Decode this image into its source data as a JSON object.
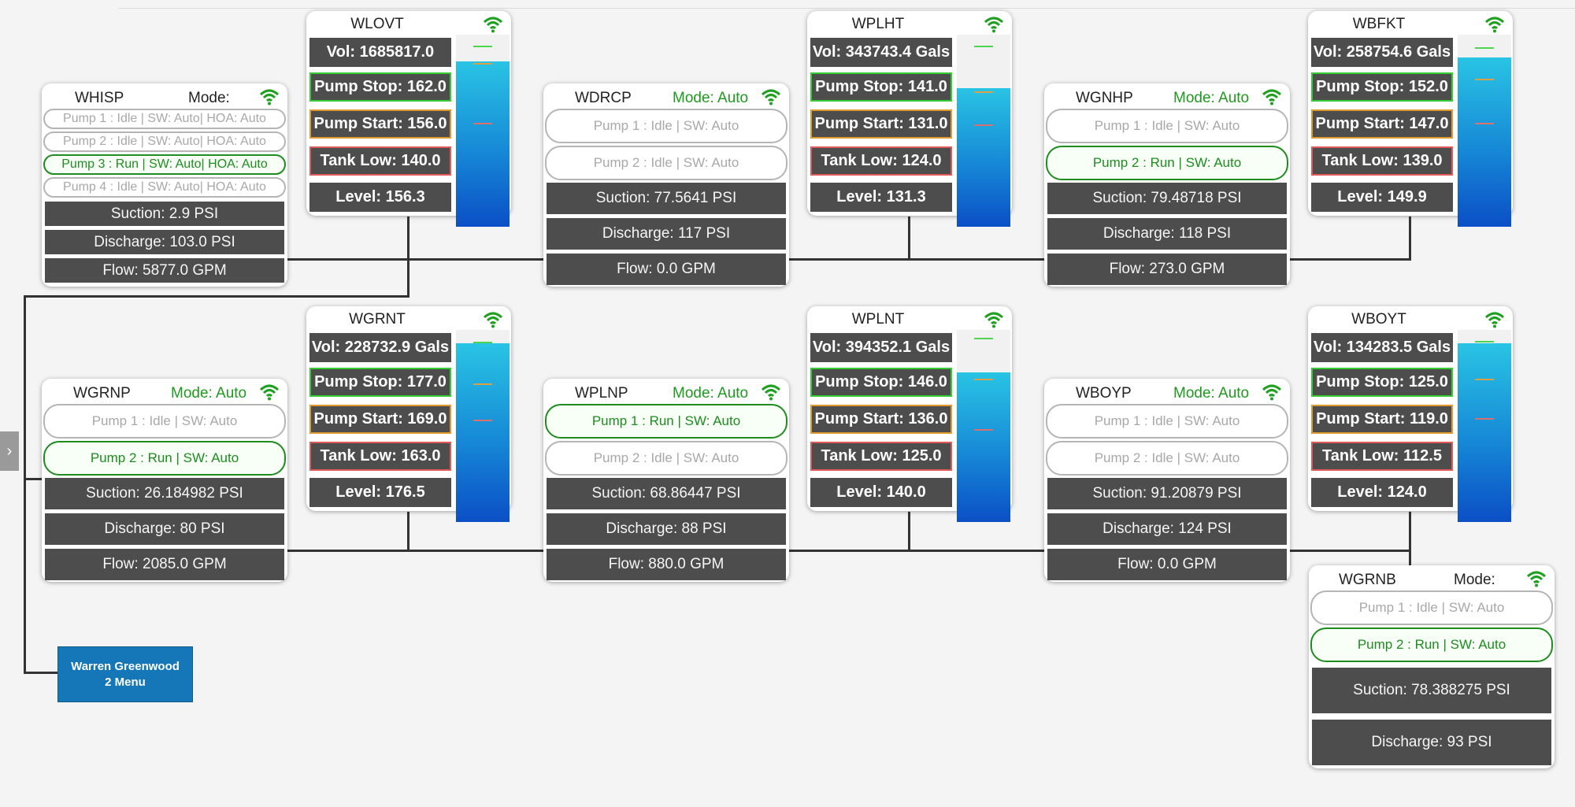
{
  "pump_stations": [
    {
      "name": "WHISP",
      "mode": "Mode:",
      "auto": false,
      "pumps": [
        {
          "label": "Pump 1 : Idle | SW: Auto| HOA: Auto",
          "running": false
        },
        {
          "label": "Pump 2 : Idle | SW: Auto| HOA: Auto",
          "running": false
        },
        {
          "label": "Pump 3 : Run | SW: Auto| HOA: Auto",
          "running": true
        },
        {
          "label": "Pump 4 : Idle | SW: Auto| HOA: Auto",
          "running": false
        }
      ],
      "suction": "Suction: 2.9 PSI",
      "discharge": "Discharge: 103.0 PSI",
      "flow": "Flow: 5877.0 GPM"
    },
    {
      "name": "WDRCP",
      "mode": "Mode: Auto",
      "auto": true,
      "pumps": [
        {
          "label": "Pump 1 : Idle | SW: Auto",
          "running": false
        },
        {
          "label": "Pump 2 : Idle | SW: Auto",
          "running": false
        }
      ],
      "suction": "Suction: 77.5641 PSI",
      "discharge": "Discharge: 117 PSI",
      "flow": "Flow: 0.0 GPM"
    },
    {
      "name": "WGNHP",
      "mode": "Mode: Auto",
      "auto": true,
      "pumps": [
        {
          "label": "Pump 1 : Idle | SW: Auto",
          "running": false
        },
        {
          "label": "Pump 2 : Run | SW: Auto",
          "running": true
        }
      ],
      "suction": "Suction: 79.48718 PSI",
      "discharge": "Discharge: 118 PSI",
      "flow": "Flow: 273.0 GPM"
    },
    {
      "name": "WGRNP",
      "mode": "Mode: Auto",
      "auto": true,
      "pumps": [
        {
          "label": "Pump 1 : Idle | SW: Auto",
          "running": false
        },
        {
          "label": "Pump 2 : Run | SW: Auto",
          "running": true
        }
      ],
      "suction": "Suction: 26.184982 PSI",
      "discharge": "Discharge: 80 PSI",
      "flow": "Flow: 2085.0 GPM"
    },
    {
      "name": "WPLNP",
      "mode": "Mode: Auto",
      "auto": true,
      "pumps": [
        {
          "label": "Pump 1 : Run | SW: Auto",
          "running": true
        },
        {
          "label": "Pump 2 : Idle | SW: Auto",
          "running": false
        }
      ],
      "suction": "Suction: 68.86447 PSI",
      "discharge": "Discharge: 88 PSI",
      "flow": "Flow: 880.0 GPM"
    },
    {
      "name": "WBOYP",
      "mode": "Mode: Auto",
      "auto": true,
      "pumps": [
        {
          "label": "Pump 1 : Idle | SW: Auto",
          "running": false
        },
        {
          "label": "Pump 2 : Idle | SW: Auto",
          "running": false
        }
      ],
      "suction": "Suction: 91.20879 PSI",
      "discharge": "Discharge: 124 PSI",
      "flow": "Flow: 0.0 GPM"
    },
    {
      "name": "WGRNB",
      "mode": "Mode:",
      "auto": false,
      "pumps": [
        {
          "label": "Pump 1 : Idle | SW: Auto",
          "running": false
        },
        {
          "label": "Pump 2 : Run | SW: Auto",
          "running": true
        }
      ],
      "suction": "Suction: 78.388275 PSI",
      "discharge": "Discharge: 93 PSI"
    }
  ],
  "tanks": [
    {
      "name": "WLOVT",
      "vol": "Vol: 1685817.0 Gals",
      "pump_stop": "Pump Stop: 162.0",
      "pump_start": "Pump Start: 156.0",
      "tank_low": "Tank Low: 140.0",
      "level": "Level: 156.3",
      "fill_fraction": 0.86
    },
    {
      "name": "WPLHT",
      "vol": "Vol: 343743.4 Gals",
      "pump_stop": "Pump Stop: 141.0",
      "pump_start": "Pump Start: 131.0",
      "tank_low": "Tank Low: 124.0",
      "level": "Level: 131.3",
      "fill_fraction": 0.72
    },
    {
      "name": "WBFKT",
      "vol": "Vol: 258754.6 Gals",
      "pump_stop": "Pump Stop: 152.0",
      "pump_start": "Pump Start: 147.0",
      "tank_low": "Tank Low: 139.0",
      "level": "Level: 149.9",
      "fill_fraction": 0.88
    },
    {
      "name": "WGRNT",
      "vol": "Vol: 228732.9 Gals",
      "pump_stop": "Pump Stop: 177.0",
      "pump_start": "Pump Start: 169.0",
      "tank_low": "Tank Low: 163.0",
      "level": "Level: 176.5",
      "fill_fraction": 0.93
    },
    {
      "name": "WPLNT",
      "vol": "Vol: 394352.1 Gals",
      "pump_stop": "Pump Stop: 146.0",
      "pump_start": "Pump Start: 136.0",
      "tank_low": "Tank Low: 125.0",
      "level": "Level: 140.0",
      "fill_fraction": 0.78
    },
    {
      "name": "WBOYT",
      "vol": "Vol: 134283.5 Gals",
      "pump_stop": "Pump Stop: 125.0",
      "pump_start": "Pump Start: 119.0",
      "tank_low": "Tank Low: 112.5",
      "level": "Level: 124.0",
      "fill_fraction": 0.93
    }
  ],
  "menu": {
    "label": "Warren Greenwood 2 Menu"
  },
  "side_tab": {
    "label": "›"
  },
  "icons": {
    "signal": "wifi-signal-icon"
  },
  "colors": {
    "run_green": "#1e8c1e",
    "auto_green": "#1e9a1e",
    "signal_green": "#20a020",
    "dark_row": "#4d4d4d",
    "menu_blue": "#1677b8",
    "stop_border": "#33cc33",
    "start_border": "#e09a2e",
    "low_border": "#e05a5a"
  }
}
